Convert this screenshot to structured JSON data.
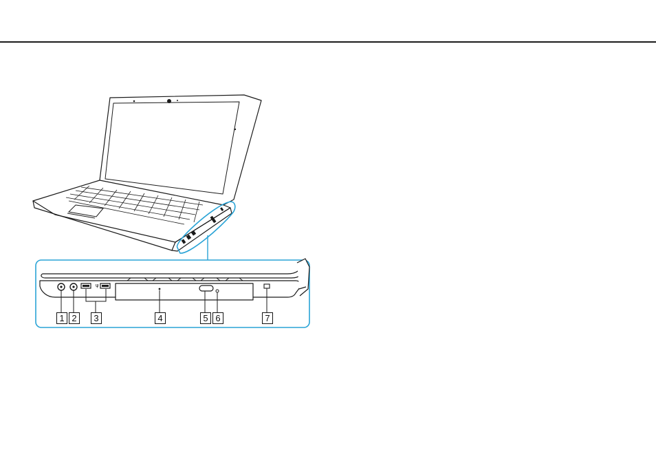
{
  "figure": {
    "callouts": [
      {
        "id": "1",
        "label": "1"
      },
      {
        "id": "2",
        "label": "2"
      },
      {
        "id": "3",
        "label": "3"
      },
      {
        "id": "4",
        "label": "4"
      },
      {
        "id": "5",
        "label": "5"
      },
      {
        "id": "6",
        "label": "6"
      },
      {
        "id": "7",
        "label": "7"
      }
    ],
    "colors": {
      "outline": "#1a1a1a",
      "accent": "#29a3d6",
      "body_fill": "#ffffff",
      "shade": "#dcdcdc"
    }
  }
}
